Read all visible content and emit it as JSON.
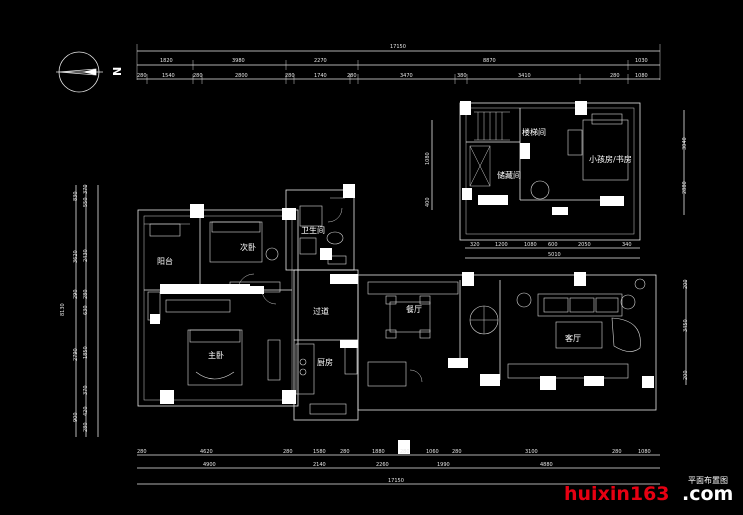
{
  "rooms": {
    "stairs": "楼梯间",
    "kids_study": "小孩房/书房",
    "storage": "储藏间",
    "bathroom": "卫生间",
    "second_bedroom": "次卧",
    "balcony": "阳台",
    "corridor": "过道",
    "dining": "餐厅",
    "master_bedroom": "主卧",
    "kitchen": "厨房",
    "living": "客厅"
  },
  "dims": {
    "top_total": "17150",
    "top_mid": [
      "1820",
      "3980",
      "2270",
      "8870",
      "1030"
    ],
    "top_low": [
      "280",
      "1540",
      "280",
      "2800",
      "280",
      "1740",
      "280",
      "3470",
      "380",
      "3410",
      "280",
      "1080"
    ],
    "upper_right_side": [
      "3040",
      "2880"
    ],
    "upper_left_side": [
      "1080",
      "400"
    ],
    "upper_bottom": [
      "320",
      "1200",
      "1080",
      "600",
      "2050",
      "340"
    ],
    "upper_bottom_total": "5010",
    "left_side_total": "8130",
    "left_side_mid": [
      "830",
      "3620",
      "290",
      "2790",
      "900"
    ],
    "left_side_low": [
      "370",
      "550",
      "2430",
      "280",
      "630",
      "1850",
      "370",
      "420",
      "280"
    ],
    "right_side_low": [
      "200",
      "3450",
      "200"
    ],
    "bottom_low": [
      "280",
      "4620",
      "280",
      "1580",
      "280",
      "1880",
      "280",
      "1060",
      "280",
      "3100",
      "280",
      "1080"
    ],
    "bottom_mid": [
      "4900",
      "2140",
      "2260",
      "1990",
      "4880"
    ],
    "bottom_total": "17150"
  },
  "north": "N",
  "watermark": {
    "caption": "平面布置图",
    "brand_red": "huixin163",
    "brand_white": ".com"
  }
}
